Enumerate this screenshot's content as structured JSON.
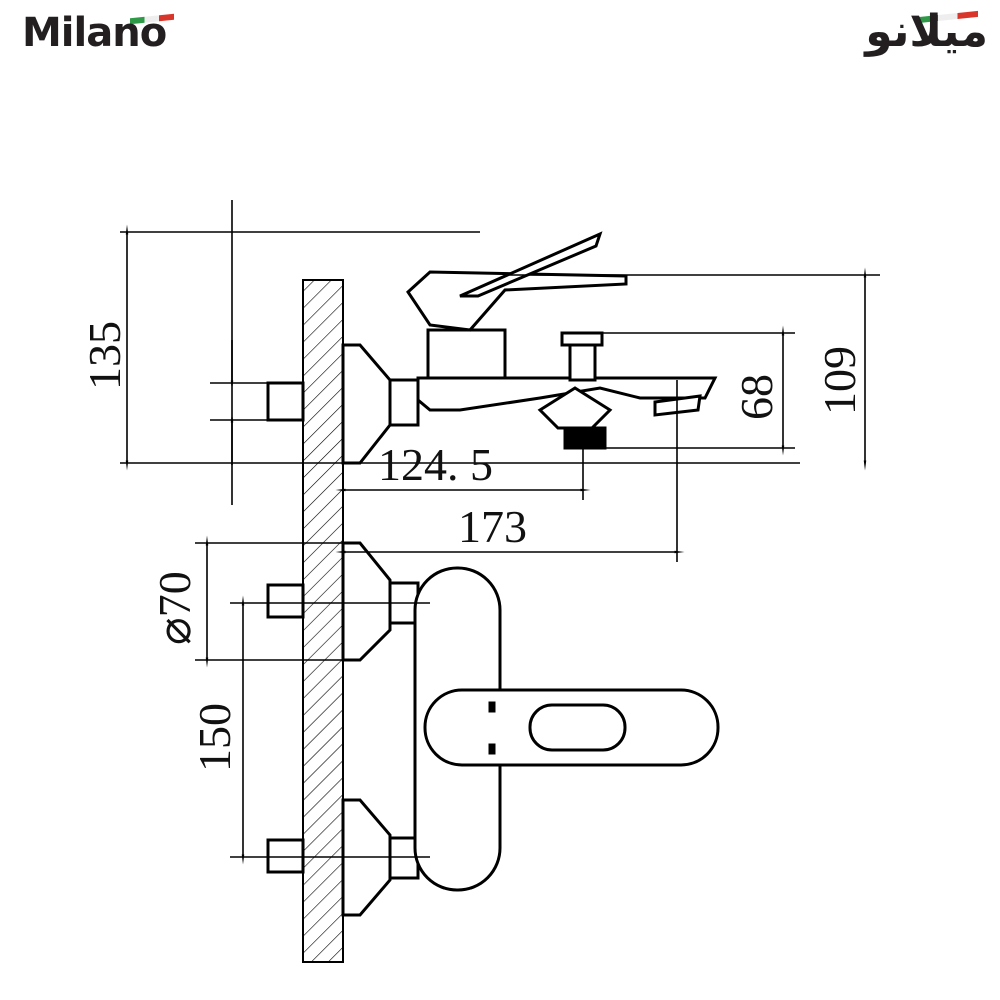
{
  "brand": {
    "name_en": "Milano",
    "name_ar": "ميلانو",
    "flag_colors": [
      "#2e9a47",
      "#ffffff",
      "#d9362b"
    ]
  },
  "dimensions": {
    "total_height": "135",
    "spout_reach": "124. 5",
    "total_depth": "173",
    "handle_height": "109",
    "spout_height": "68",
    "flange_diameter": "⌀70",
    "center_distance": "150"
  }
}
